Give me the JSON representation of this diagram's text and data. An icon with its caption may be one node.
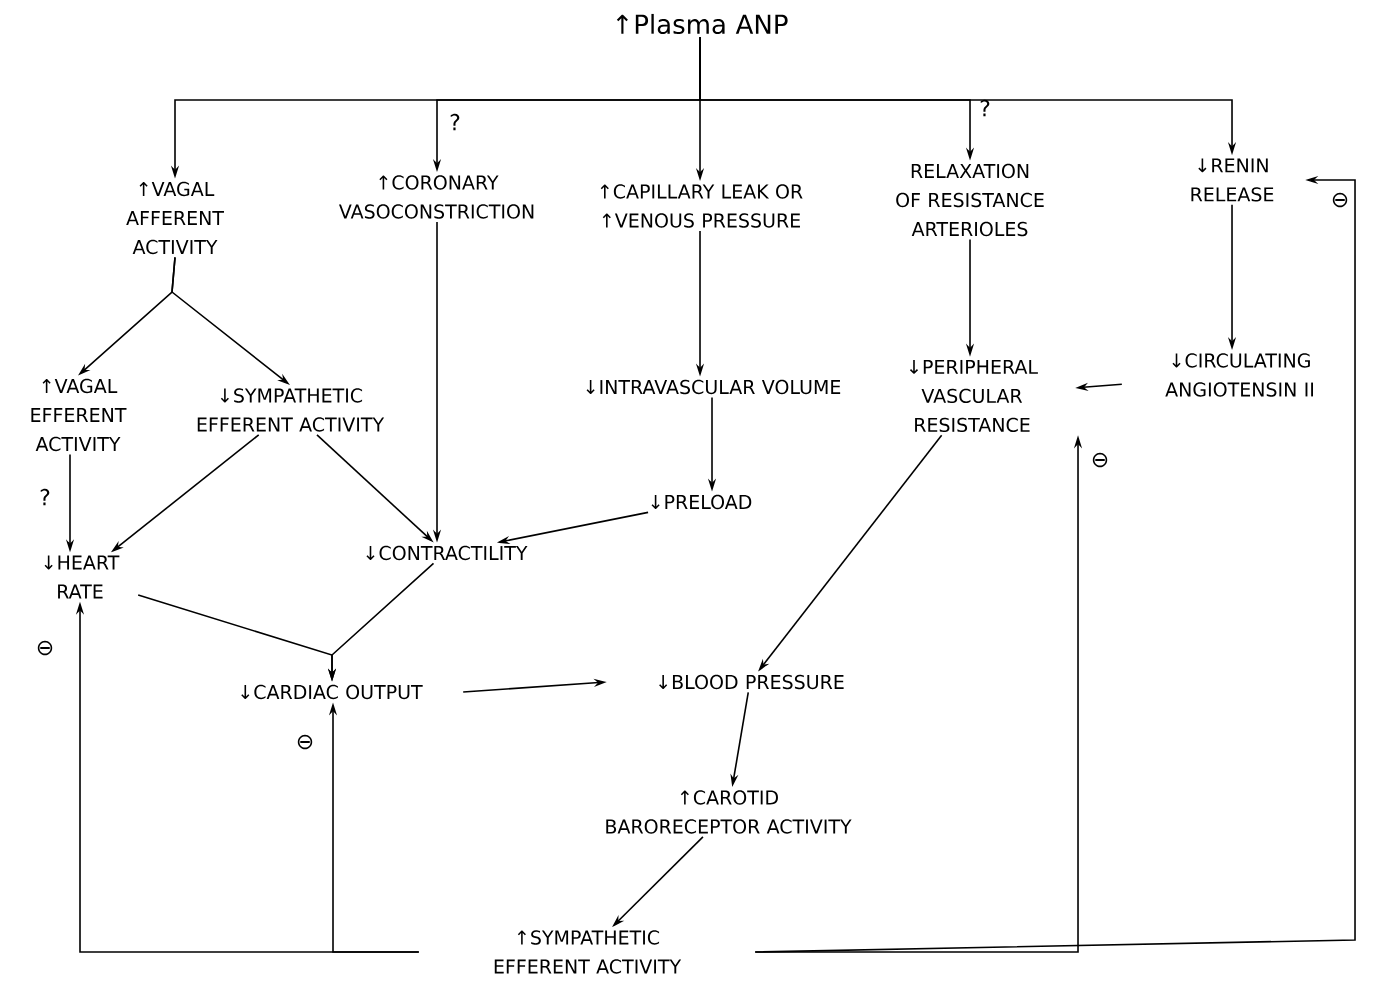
{
  "diagram": {
    "nodes": [
      {
        "text": [
          "↑Plasma ANP"
        ]
      },
      {
        "text": [
          "↑VAGAL AFFERENT ACTIVITY"
        ]
      },
      {
        "text": [
          "↑CORONARY VASOCONSTRICTION"
        ]
      },
      {
        "text": [
          "↑CAPILLARY LEAK OR ↑VENOUS PRESSURE"
        ]
      },
      {
        "text": [
          "RELAXATION OF RESISTANCE ARTERIOLES"
        ]
      },
      {
        "text": [
          "↓RENIN RELEASE"
        ]
      },
      {
        "text": [
          "↑VAGAL EFFERENT ACTIVITY"
        ]
      },
      {
        "text": [
          "↓SYMPATHETIC EFFERENT ACTIVITY"
        ]
      },
      {
        "text": [
          "↓INTRAVASCULAR VOLUME"
        ]
      },
      {
        "text": [
          "↓PERIPHERAL VASCULAR RESISTANCE"
        ]
      },
      {
        "text": [
          "↓CIRCULATING ANGIOTENSIN II"
        ]
      },
      {
        "text": [
          "↓PRELOAD"
        ]
      },
      {
        "text": [
          "↓HEART RATE"
        ]
      },
      {
        "text": [
          "↓CONTRACTILITY"
        ]
      },
      {
        "text": [
          "↓CARDIAC OUTPUT"
        ]
      },
      {
        "text": [
          "↓BLOOD PRESSURE"
        ]
      },
      {
        "text": [
          "↑CAROTID BARORECEPTOR ACTIVITY"
        ]
      },
      {
        "text": [
          "↑SYMPATHETIC EFFERENT ACTIVITY"
        ]
      }
    ],
    "edges": [
      {
        "from": 0,
        "to": 1,
        "arrow": "to"
      },
      {
        "from": 0,
        "to": 2,
        "arrow": "to",
        "label": "?"
      },
      {
        "from": 0,
        "to": 3,
        "arrow": "to"
      },
      {
        "from": 0,
        "to": 4,
        "arrow": "to",
        "label": "?"
      },
      {
        "from": 0,
        "to": 5,
        "arrow": "to"
      },
      {
        "from": 1,
        "to": 6,
        "arrow": "to"
      },
      {
        "from": 1,
        "to": 7,
        "arrow": "to"
      },
      {
        "from": 2,
        "to": 13,
        "arrow": "to"
      },
      {
        "from": 3,
        "to": 8,
        "arrow": "to"
      },
      {
        "from": 8,
        "to": 11,
        "arrow": "to"
      },
      {
        "from": 11,
        "to": 13,
        "arrow": "to"
      },
      {
        "from": 4,
        "to": 9,
        "arrow": "to"
      },
      {
        "from": 5,
        "to": 10,
        "arrow": "to"
      },
      {
        "from": 10,
        "to": 9,
        "arrow": "to"
      },
      {
        "from": 6,
        "to": 12,
        "arrow": "to",
        "label": "?"
      },
      {
        "from": 7,
        "to": 12,
        "arrow": "to"
      },
      {
        "from": 7,
        "to": 13,
        "arrow": "to"
      },
      {
        "from": 12,
        "to": 14,
        "arrow": "to"
      },
      {
        "from": 13,
        "to": 14,
        "arrow": "to"
      },
      {
        "from": 14,
        "to": 15,
        "arrow": "to"
      },
      {
        "from": 9,
        "to": 15,
        "arrow": "to"
      },
      {
        "from": 15,
        "to": 16,
        "arrow": "to"
      },
      {
        "from": 16,
        "to": 17,
        "arrow": "to"
      },
      {
        "from": 17,
        "to": 12,
        "arrow": "to",
        "label": "⊖"
      },
      {
        "from": 17,
        "to": 14,
        "arrow": "to",
        "label": "⊖"
      },
      {
        "from": 17,
        "to": 9,
        "arrow": "to",
        "label": "⊖"
      },
      {
        "from": 17,
        "to": 5,
        "arrow": "to",
        "label": "⊖"
      }
    ]
  }
}
